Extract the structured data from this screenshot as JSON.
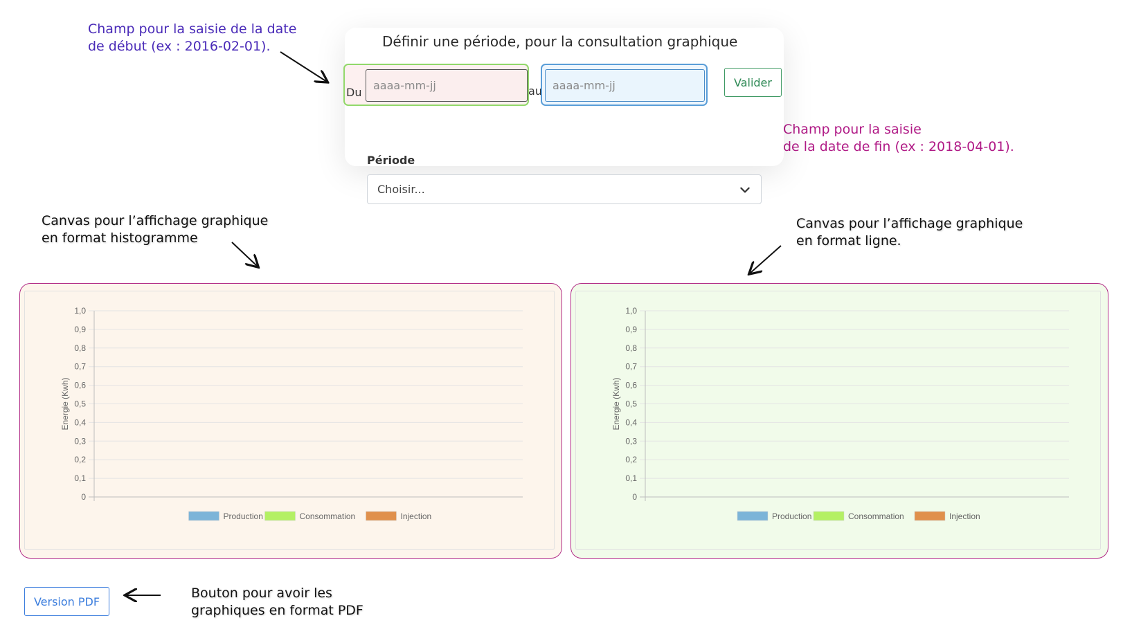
{
  "annotations": {
    "start_field_note": [
      "Champ pour la saisie de la date",
      "de début  (ex : 2016-02-01)."
    ],
    "end_field_note": [
      "Champ pour la saisie",
      "de la date de fin (ex : 2018-04-01)."
    ],
    "histogram_note": [
      "Canvas pour l’affichage graphique",
      "en format histogramme"
    ],
    "line_note": [
      "Canvas pour l’affichage graphique",
      "en format ligne."
    ],
    "pdf_note": [
      "Bouton pour avoir les",
      "graphiques en format PDF"
    ]
  },
  "form": {
    "title": "Définir une période, pour la consultation graphique",
    "start_prefix": "Du",
    "start_placeholder": "aaaa-mm-jj",
    "end_prefix": "au",
    "end_placeholder": "aaaa-mm-jj",
    "submit_label": "Valider",
    "period_label": "Période",
    "period_value": "Choisir..."
  },
  "pdf_button_label": "Version PDF",
  "colors": {
    "production": "#7cb4d8",
    "consommation": "#b4f064",
    "injection": "#e0904c"
  },
  "chart_data": [
    {
      "type": "bar",
      "ylabel": "Energie (Kwh)",
      "ylim": [
        0,
        1.0
      ],
      "yticks": [
        "1,0",
        "0,9",
        "0,8",
        "0,7",
        "0,6",
        "0,5",
        "0,4",
        "0,3",
        "0,2",
        "0,1",
        "0"
      ],
      "series": [
        {
          "name": "Production",
          "values": []
        },
        {
          "name": "Consommation",
          "values": []
        },
        {
          "name": "Injection",
          "values": []
        }
      ],
      "legend": "bottom"
    },
    {
      "type": "line",
      "ylabel": "Energie (Kwh)",
      "ylim": [
        0,
        1.0
      ],
      "yticks": [
        "1,0",
        "0,9",
        "0,8",
        "0,7",
        "0,6",
        "0,5",
        "0,4",
        "0,3",
        "0,2",
        "0,1",
        "0"
      ],
      "series": [
        {
          "name": "Production",
          "values": []
        },
        {
          "name": "Consommation",
          "values": []
        },
        {
          "name": "Injection",
          "values": []
        }
      ],
      "legend": "bottom"
    }
  ]
}
